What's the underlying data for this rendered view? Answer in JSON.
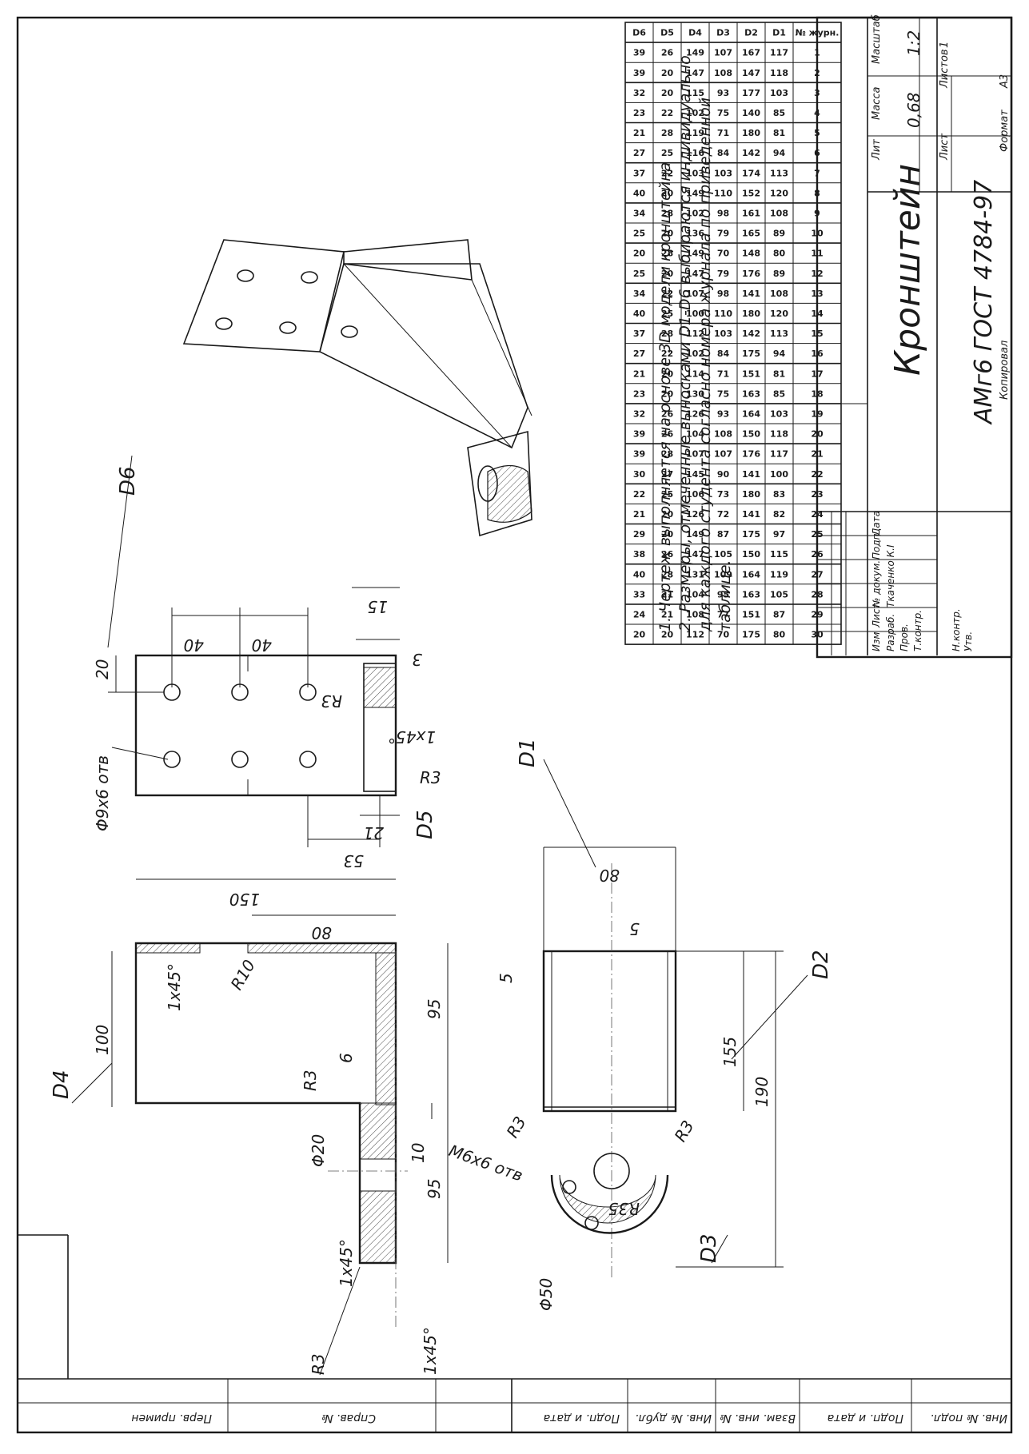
{
  "table": {
    "headers": [
      "№ журн.",
      "D1",
      "D2",
      "D3",
      "D4",
      "D5",
      "D6"
    ],
    "rows": [
      [
        "1",
        "117",
        "167",
        "107",
        "149",
        "26",
        "39"
      ],
      [
        "2",
        "118",
        "147",
        "108",
        "147",
        "20",
        "39"
      ],
      [
        "3",
        "103",
        "177",
        "93",
        "115",
        "20",
        "32"
      ],
      [
        "4",
        "85",
        "140",
        "75",
        "102",
        "22",
        "23"
      ],
      [
        "5",
        "81",
        "180",
        "71",
        "119",
        "28",
        "21"
      ],
      [
        "6",
        "94",
        "142",
        "84",
        "116",
        "25",
        "27"
      ],
      [
        "7",
        "113",
        "174",
        "103",
        "103",
        "22",
        "37"
      ],
      [
        "8",
        "120",
        "152",
        "110",
        "149",
        "20",
        "40"
      ],
      [
        "9",
        "108",
        "161",
        "98",
        "102",
        "28",
        "34"
      ],
      [
        "10",
        "89",
        "165",
        "79",
        "136",
        "20",
        "25"
      ],
      [
        "11",
        "80",
        "148",
        "70",
        "149",
        "28",
        "20"
      ],
      [
        "12",
        "89",
        "176",
        "79",
        "147",
        "20",
        "25"
      ],
      [
        "13",
        "108",
        "141",
        "98",
        "107",
        "22",
        "34"
      ],
      [
        "14",
        "120",
        "180",
        "110",
        "100",
        "25",
        "40"
      ],
      [
        "15",
        "113",
        "142",
        "103",
        "112",
        "28",
        "37"
      ],
      [
        "16",
        "94",
        "175",
        "84",
        "102",
        "22",
        "27"
      ],
      [
        "17",
        "81",
        "151",
        "71",
        "114",
        "20",
        "21"
      ],
      [
        "18",
        "85",
        "163",
        "75",
        "130",
        "20",
        "23"
      ],
      [
        "19",
        "103",
        "164",
        "93",
        "126",
        "26",
        "32"
      ],
      [
        "20",
        "118",
        "150",
        "108",
        "104",
        "26",
        "39"
      ],
      [
        "21",
        "117",
        "176",
        "107",
        "107",
        "28",
        "39"
      ],
      [
        "22",
        "100",
        "141",
        "90",
        "145",
        "27",
        "30"
      ],
      [
        "23",
        "83",
        "180",
        "73",
        "106",
        "25",
        "22"
      ],
      [
        "24",
        "82",
        "141",
        "72",
        "126",
        "20",
        "21"
      ],
      [
        "25",
        "97",
        "175",
        "87",
        "149",
        "20",
        "29"
      ],
      [
        "26",
        "115",
        "150",
        "105",
        "147",
        "26",
        "38"
      ],
      [
        "27",
        "119",
        "164",
        "109",
        "131",
        "28",
        "40"
      ],
      [
        "28",
        "105",
        "163",
        "95",
        "104",
        "21",
        "33"
      ],
      [
        "29",
        "87",
        "151",
        "77",
        "108",
        "21",
        "24"
      ],
      [
        "30",
        "80",
        "175",
        "70",
        "112",
        "20",
        "20"
      ]
    ]
  },
  "notes": [
    "1. Чертеж выполняется на основе 3D модели кронштейна",
    "2. Размеры, отмеченные выносками D1-D6 выбираются индивидуально",
    "для каждого студента согласно номера журнала по приведенной",
    "таблице."
  ],
  "dims_top": {
    "d40a": "40",
    "d40b": "40",
    "d15": "15",
    "d3": "3",
    "r3a": "R3",
    "c1x45": "1х45°",
    "r3b": "R3",
    "d21": "21",
    "d53": "53",
    "d20": "20",
    "holes": "Φ9х6 отв",
    "D5": "D5",
    "D6": "D6"
  },
  "dims_left": {
    "d150": "150",
    "d80": "80",
    "r10": "R10",
    "c1x45a": "1х45°",
    "d100": "100",
    "D4": "D4",
    "d6": "6",
    "r3": "R3",
    "d95a": "95",
    "d10": "10",
    "d95b": "95",
    "phi20": "Φ20",
    "c1x45b": "1х45°",
    "r3c": "R3",
    "c1x45c": "1х45°"
  },
  "dims_right": {
    "D1": "D1",
    "d80": "80",
    "d5a": "5",
    "d5b": "5",
    "D2": "D2",
    "d155": "155",
    "d190": "190",
    "r3a": "R3",
    "r3b": "R3",
    "m6": "M6х6 отв",
    "r35": "R35",
    "D3": "D3",
    "phi50": "Φ50"
  },
  "title_block": {
    "part_name": "Кронштейн",
    "material": "АМг6  ГОСТ 4784-97",
    "lit": "Лит",
    "mass_label": "Масса",
    "scale_label": "Масштаб",
    "mass": "0,68",
    "scale": "1:2",
    "sheet_label": "Лист",
    "sheets_label": "Листов",
    "sheets": "1",
    "izm": "Изм",
    "list": "Лист",
    "doc_no": "№ докум.",
    "podp": "Подп",
    "date": "Дата",
    "razrab": "Разраб.",
    "razrab_name": "Ткаченко К.І",
    "prov": "Пров.",
    "tkontr": "Т.контр.",
    "nkontr": "Н.контр.",
    "utv": "Утв.",
    "copied": "Копировал",
    "format_label": "Формат",
    "format": "А3"
  },
  "side_stamp": [
    "Перв. примен",
    "Справ. №",
    "Подп. и дата",
    "Инв. № дубл.",
    "Взам. инв. №",
    "Подп. и дата",
    "Инв. № подл."
  ]
}
